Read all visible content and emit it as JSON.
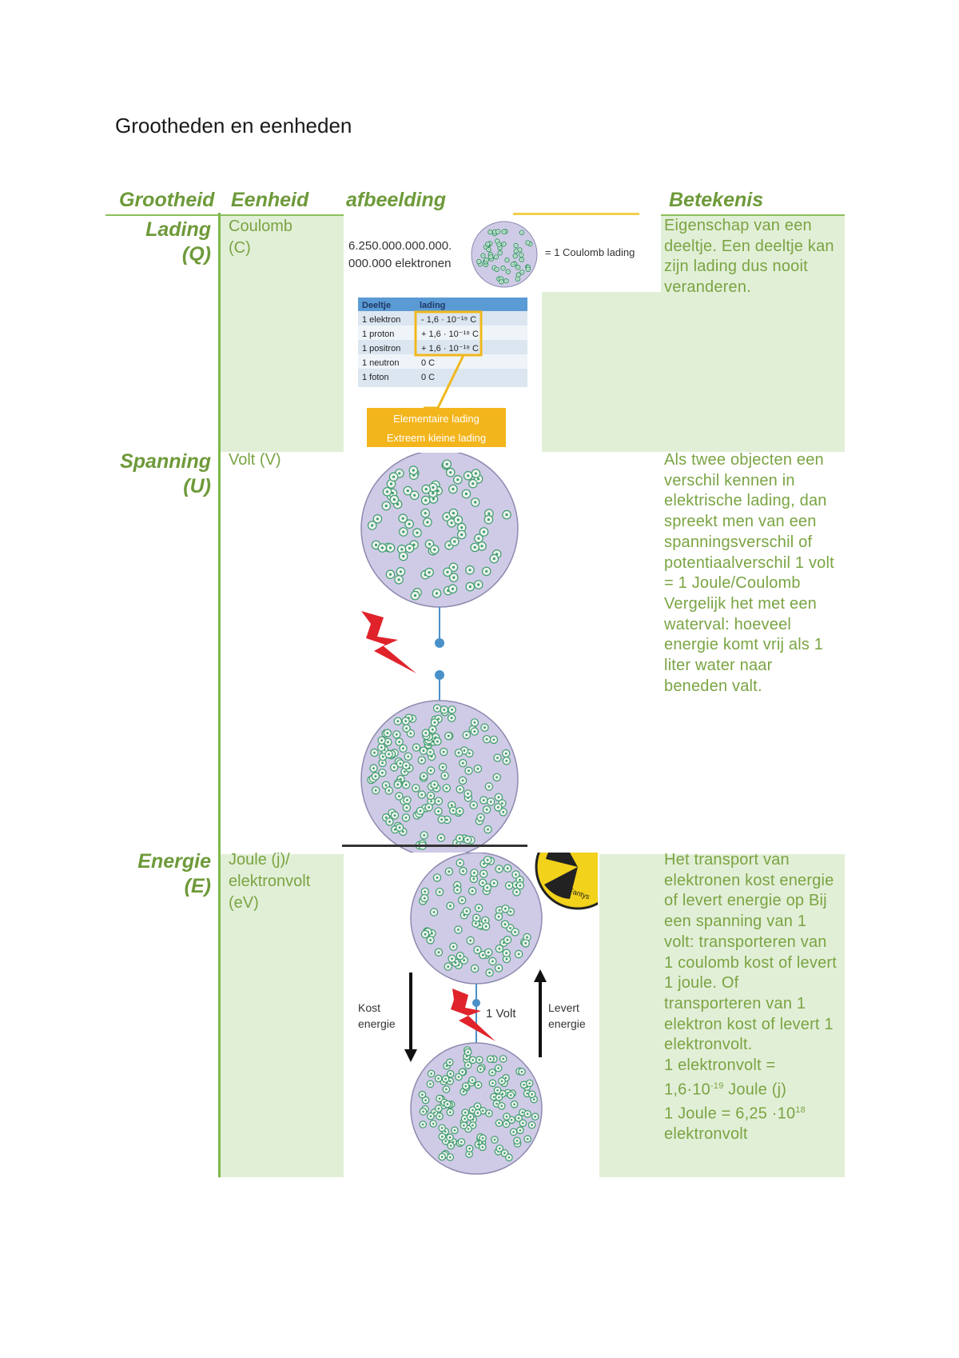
{
  "title": "Grootheden en eenheden",
  "headers": {
    "quantity": "Grootheid",
    "unit": "Eenheid",
    "image": "afbeelding",
    "meaning": "Betekenis"
  },
  "rows": [
    {
      "quantity_name": "Lading",
      "quantity_symbol": "(Q)",
      "unit_lines": [
        "Coulomb",
        "(C)"
      ],
      "meaning": "Eigenschap van een deeltje. Een deeltje kan zijn lading dus nooit veranderen."
    },
    {
      "quantity_name": "Spanning",
      "quantity_symbol": "(U)",
      "unit_lines": [
        "Volt (V)"
      ],
      "meaning": "Als twee objecten een verschil kennen in elektrische lading, dan spreekt men van een spanningsverschil of potentiaalverschil 1 volt = 1 Joule/Coulomb Vergelijk het met een waterval: hoeveel energie komt vrij als 1 liter water naar beneden valt."
    },
    {
      "quantity_name": "Energie",
      "quantity_symbol": "(E)",
      "unit_lines": [
        "Joule (j)/",
        "elektronvolt",
        "(eV)"
      ],
      "meaning_main": "Het transport van elektronen kost energie of levert energie op Bij een spanning van 1 volt: transporteren van 1 coulomb kost of levert 1 joule. Of transporteren van 1 elektron kost of levert 1 elektronvolt.",
      "ev_prefix": "1 elektronvolt =",
      "ev_base": "1,6·10",
      "ev_exp": "-19",
      "ev_suffix": " Joule (j)",
      "joule_base": "1 Joule = 6,25 ·10",
      "joule_exp": "18",
      "joule_suffix": "elektronvolt"
    }
  ],
  "charge_image": {
    "count_line1": "6.250.000.000.000.",
    "count_line2": "000.000 elektronen",
    "equals": "= 1 Coulomb lading",
    "table_headers": [
      "Deeltje",
      "lading"
    ],
    "table_rows": [
      [
        "1 elektron",
        "- 1,6 · 10⁻¹⁹ C"
      ],
      [
        "1 proton",
        "+ 1,6 · 10⁻¹⁹ C"
      ],
      [
        "1 positron",
        "+ 1,6 · 10⁻¹⁹ C"
      ],
      [
        "1 neutron",
        "0 C"
      ],
      [
        "1 foton",
        "0 C"
      ]
    ],
    "callout_line1": "Elementaire lading",
    "callout_line2": "Extreem kleine lading"
  },
  "energy_image": {
    "cost_line1": "Kost",
    "cost_line2": "energie",
    "volt": "1 Volt",
    "yield_line1": "Levert",
    "yield_line2": "energie"
  },
  "colors": {
    "green_text": "#7aa443",
    "header_green": "#6e9a3a",
    "cell_bg": "#e2efd7",
    "sphere": "#cfcbe6",
    "particle": "#3f9c6e",
    "bolt": "#e0232b"
  }
}
